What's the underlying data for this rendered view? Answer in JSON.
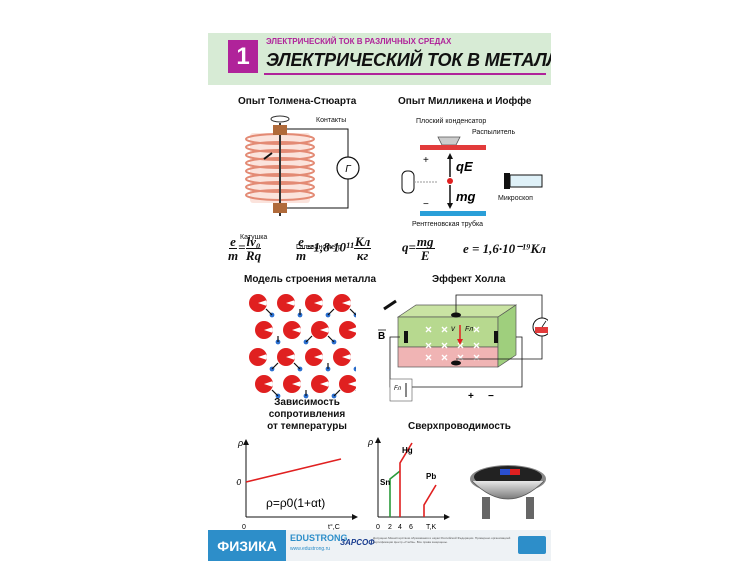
{
  "header": {
    "number": "1",
    "kicker": "ЭЛЕКТРИЧЕСКИЙ ТОК В РАЗЛИЧНЫХ СРЕДАХ",
    "title": "ЭЛЕКТРИЧЕСКИЙ ТОК В МЕТАЛЛАХ",
    "accent_color": "#b0239a"
  },
  "tolman": {
    "title": "Опыт Толмена-Стюарта",
    "contacts": "Контакты",
    "coil": "Катушка",
    "galvanometer": "Гальванометр",
    "galv_symbol": "Г"
  },
  "millikan": {
    "title": "Опыт Милликена и Иоффе",
    "capacitor": "Плоский конденсатор",
    "sprayer": "Распылитель",
    "xray_tube": "Рентгеновская трубка",
    "microscope": "Микроскоп",
    "force_qe": "qE",
    "force_mg": "mg",
    "plus": "+",
    "minus": "−"
  },
  "formulas": {
    "f1_lhs_num": "e",
    "f1_lhs_den": "m",
    "f1_rhs_num": "lv₀",
    "f1_rhs_den": "Rq",
    "f2_lhs_num": "e",
    "f2_lhs_den": "m",
    "f2_value": "=1,8·10¹¹",
    "f2_unit_num": "Кл",
    "f2_unit_den": "кг",
    "f3_lhs": "q=",
    "f3_num": "mg",
    "f3_den": "E",
    "f4": "e = 1,6·10⁻¹⁹Кл"
  },
  "metal_model": {
    "title": "Модель строения металла",
    "ion_color": "#e02020",
    "electron_color": "#2a6fd0"
  },
  "hall": {
    "title": "Эффект Холла",
    "b_label": "B",
    "v_label": "v",
    "f_label": "Fл",
    "fe_label": "Fл",
    "plus": "+",
    "minus": "−"
  },
  "resistivity": {
    "title_line1": "Зависимость",
    "title_line2": "сопротивления",
    "title_line3": "от температуры",
    "y_axis": "ρ",
    "rho0": "ρ0",
    "origin": "0",
    "x_axis": "t°,C",
    "formula": "ρ=ρ0(1+αt)"
  },
  "superconductivity": {
    "title": "Сверхпроводимость",
    "y_axis": "ρ",
    "x_axis": "T,K",
    "ticks": [
      "0",
      "2",
      "4",
      "6"
    ],
    "hg": "Hg",
    "sn": "Sn",
    "pb": "Pb"
  },
  "footer": {
    "brand": "ФИЗИКА",
    "publisher": "EDUSTRONG",
    "site": "www.edustrong.ru",
    "logo2": "ЗАРСОФ",
    "fine_print": "Допущено Министерством образования и науки Российской Федерации. Проверено организацией сертификации Центр «Учеба». Все права защищены.",
    "brand_color": "#2d8ec9"
  }
}
